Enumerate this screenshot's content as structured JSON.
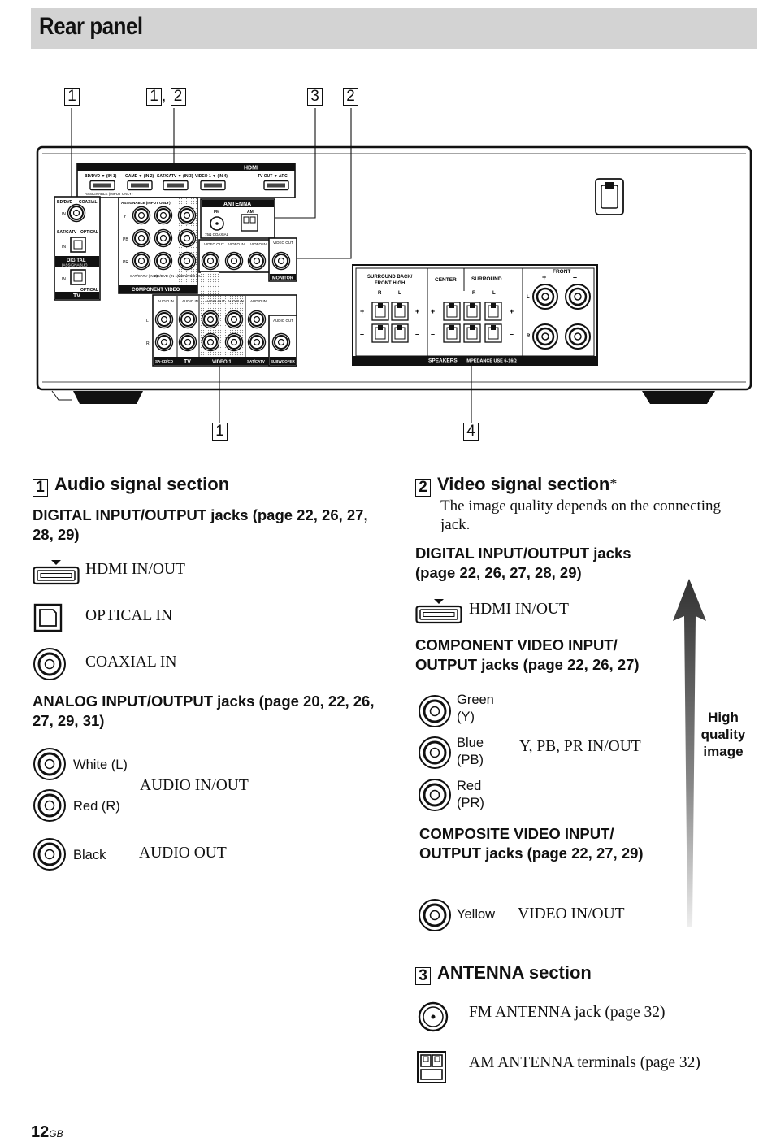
{
  "header": {
    "title": "Rear panel"
  },
  "diagram": {
    "callouts_top": [
      "1",
      "1, 2",
      "3",
      "2"
    ],
    "callouts_bottom": [
      "1",
      "4"
    ],
    "panel_labels": {
      "hdmi": "HDMI",
      "hdmi_in1": "BD/DVD ▼ (IN 1)",
      "hdmi_in2": "GAME ▼ (IN 2)",
      "hdmi_in3": "SAT/CATV ▼ (IN 3)",
      "hdmi_in4": "VIDEO 1 ▼ (IN 4)",
      "hdmi_out": "TV OUT ▼ ARC",
      "hdmi_assign": "ASSIGNABLE (INPUT ONLY)",
      "bd_dvd": "BD/DVD",
      "coaxial": "COAXIAL",
      "in": "IN",
      "sat_catv": "SAT/CATV",
      "optical": "OPTICAL",
      "digital": "DIGITAL",
      "assignable": "(ASSIGNABLE)",
      "tv": "TV",
      "comp_assign": "ASSIGNABLE (INPUT ONLY)",
      "y": "Y",
      "pb": "PB",
      "pr": "PR",
      "comp_in2": "SAT/CATV (IN 2)",
      "comp_in1": "BD/DVD (IN 1)",
      "monitor_out": "MONITOR OUT",
      "component_video": "COMPONENT VIDEO",
      "antenna": "ANTENNA",
      "fm": "FM",
      "am": "AM",
      "coaxial75": "75Ω COAXIAL",
      "video_out": "VIDEO OUT",
      "video_in": "VIDEO IN",
      "monitor": "MONITOR",
      "audio_in": "AUDIO IN",
      "audio_out": "AUDIO OUT",
      "l": "L",
      "r": "R",
      "sa_cd": "SA-CD/CD",
      "video1": "VIDEO 1",
      "sat_catv2": "SAT/CATV",
      "subwoofer": "SUBWOOFER",
      "surround_back": "SURROUND BACK/ FRONT HIGH",
      "center": "CENTER",
      "surround": "SURROUND",
      "front": "FRONT",
      "speakers": "SPEAKERS",
      "impedance": "IMPEDANCE USE 6-16Ω",
      "plus": "+",
      "minus": "–"
    }
  },
  "audio_section": {
    "number": "1",
    "heading": "Audio signal section",
    "digital_heading": "DIGITAL INPUT/OUTPUT jacks (page 22, 26, 27, 28, 29)",
    "hdmi_label": "HDMI IN/OUT",
    "optical_label": "OPTICAL IN",
    "coaxial_label": "COAXIAL IN",
    "analog_heading": "ANALOG INPUT/OUTPUT jacks (page 20, 22, 26, 27, 29, 31)",
    "white_label": "White (L)",
    "red_label": "Red (R)",
    "audio_inout": "AUDIO IN/OUT",
    "black_label": "Black",
    "audio_out": "AUDIO OUT"
  },
  "video_section": {
    "number": "2",
    "heading": "Video signal section",
    "asterisk": "*",
    "note": "The image quality depends on the connecting jack.",
    "digital_heading": "DIGITAL INPUT/OUTPUT jacks (page 22, 26, 27, 28, 29)",
    "hdmi_label": "HDMI IN/OUT",
    "component_heading": "COMPONENT VIDEO INPUT/ OUTPUT jacks (page 22, 26, 27)",
    "green": "Green",
    "green_sub": "(Y)",
    "blue": "Blue",
    "blue_sub": "(PB)",
    "red": "Red",
    "red_sub": "(PR)",
    "ypbpr": "Y, PB, PR IN/OUT",
    "composite_heading": "COMPOSITE VIDEO INPUT/ OUTPUT jacks (page 22, 27, 29)",
    "yellow": "Yellow",
    "video_inout": "VIDEO IN/OUT",
    "quality_label": "High quality image"
  },
  "antenna_section": {
    "number": "3",
    "heading": "ANTENNA section",
    "fm_label": "FM ANTENNA jack (page 32)",
    "am_label": "AM ANTENNA terminals (page 32)"
  },
  "footer": {
    "page": "12",
    "suffix": "GB"
  }
}
